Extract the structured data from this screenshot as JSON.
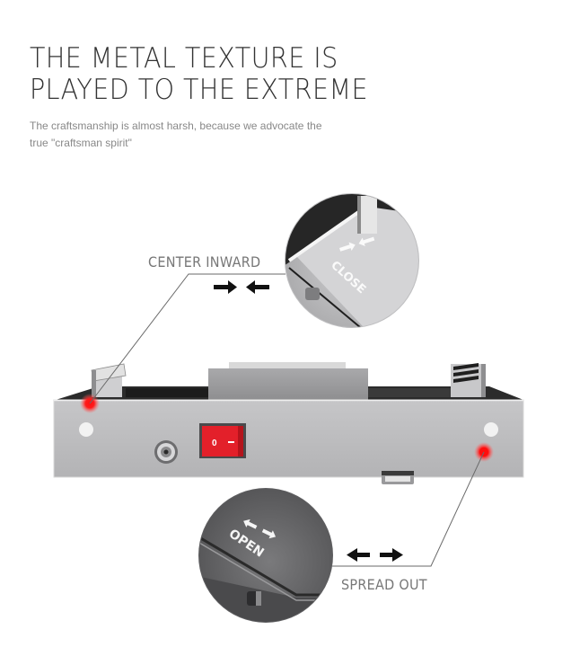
{
  "heading": {
    "line1": "THE METAL TEXTURE IS",
    "line2": "PLAYED TO THE EXTREME"
  },
  "subtitle": {
    "line1": "The craftsmanship is almost harsh, because we advocate the",
    "line2": "true \"craftsman spirit\""
  },
  "callouts": {
    "center_inward": {
      "label": "CENTER INWARD",
      "lens_text": "CLOSE",
      "arrows": "right-left"
    },
    "spread_out": {
      "label": "SPREAD OUT",
      "lens_text": "OPEN",
      "arrows": "left-right"
    }
  },
  "device": {
    "switch_label": "0",
    "switch_color": "#e5202a",
    "indicator_color": "#ff1a1a",
    "body_color": "#b9b9bb"
  }
}
